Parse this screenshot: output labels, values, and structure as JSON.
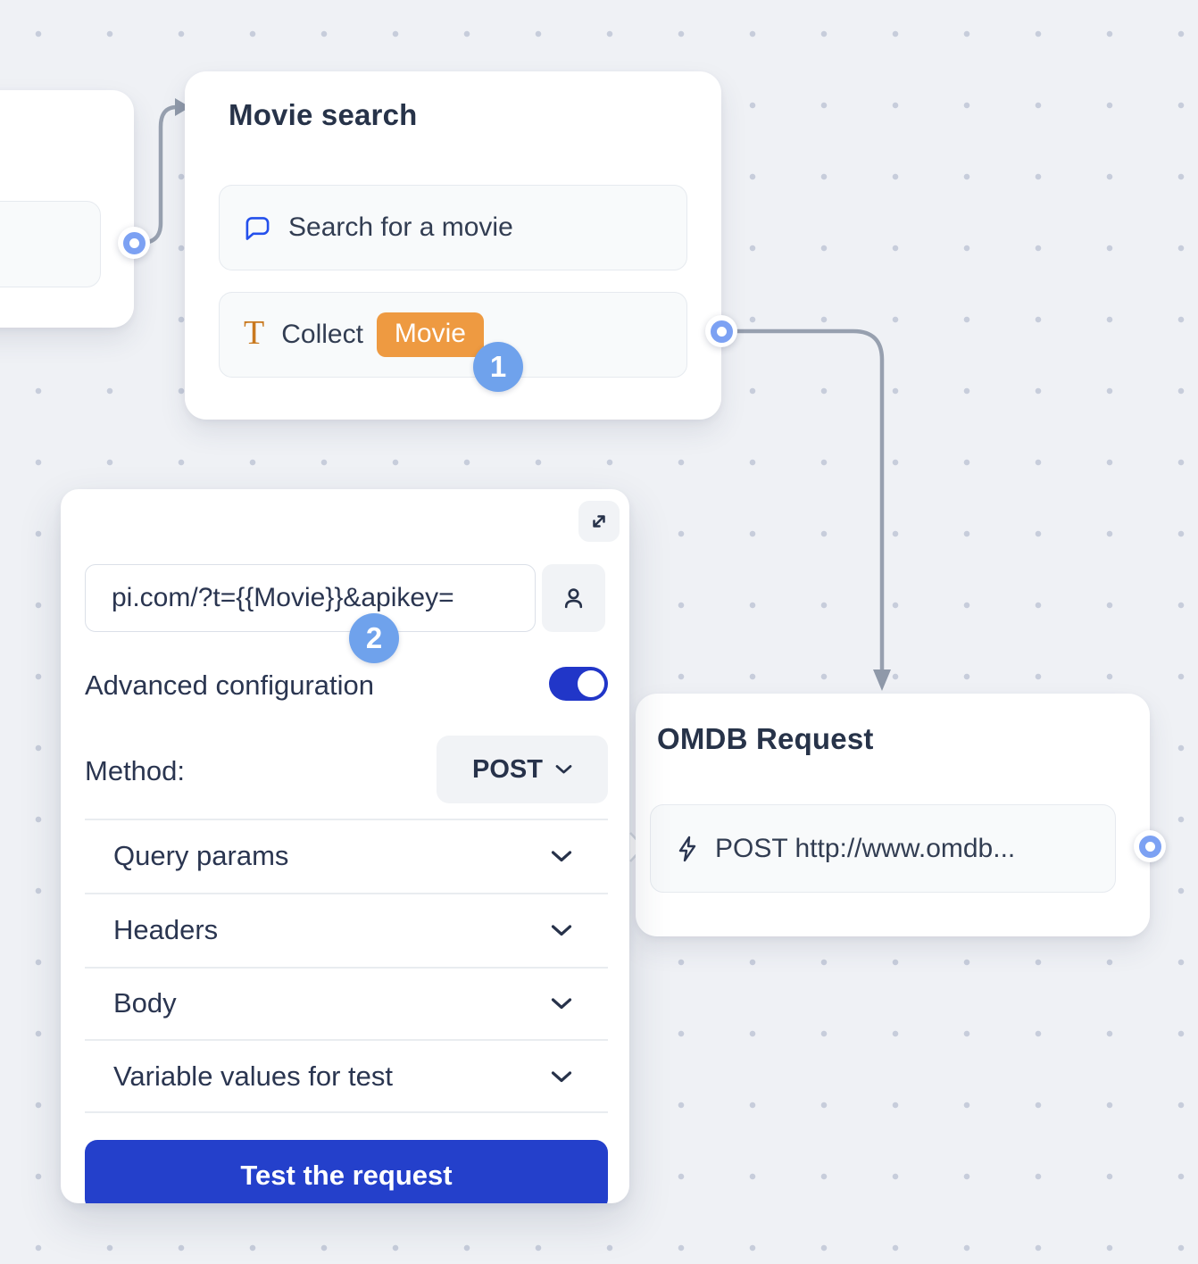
{
  "colors": {
    "background": "#EFF1F5",
    "dot_grid": "#C7CDDB",
    "accent_blue": "#2440CB",
    "toggle_blue": "#2136C8",
    "port_blue": "#7CA1F3",
    "step_badge_blue": "#6FA2EC",
    "variable_badge_orange": "#EE9A41",
    "icon_orange": "#C9791F",
    "chat_icon_blue": "#2450EC",
    "connector_gray": "#97A0AF",
    "text_dark": "#2A3550"
  },
  "nodes": {
    "movie_search": {
      "title": "Movie search",
      "items": [
        {
          "icon": "chat-bubble-icon",
          "label": "Search for a movie"
        },
        {
          "icon": "text-input-icon",
          "icon_glyph": "T",
          "label": "Collect",
          "variable_badge": "Movie"
        }
      ]
    },
    "omdb_request": {
      "title": "OMDB Request",
      "items": [
        {
          "icon": "lightning-icon",
          "label": "POST http://www.omdb..."
        }
      ]
    }
  },
  "panel": {
    "url_value": "pi.com/?t={{Movie}}&apikey=",
    "advanced_label": "Advanced configuration",
    "advanced_enabled": true,
    "method_label": "Method:",
    "method_value": "POST",
    "sections": [
      {
        "label": "Query params"
      },
      {
        "label": "Headers"
      },
      {
        "label": "Body"
      },
      {
        "label": "Variable values for test"
      }
    ],
    "test_button_label": "Test the request"
  },
  "annotations": {
    "step1": "1",
    "step2": "2"
  }
}
